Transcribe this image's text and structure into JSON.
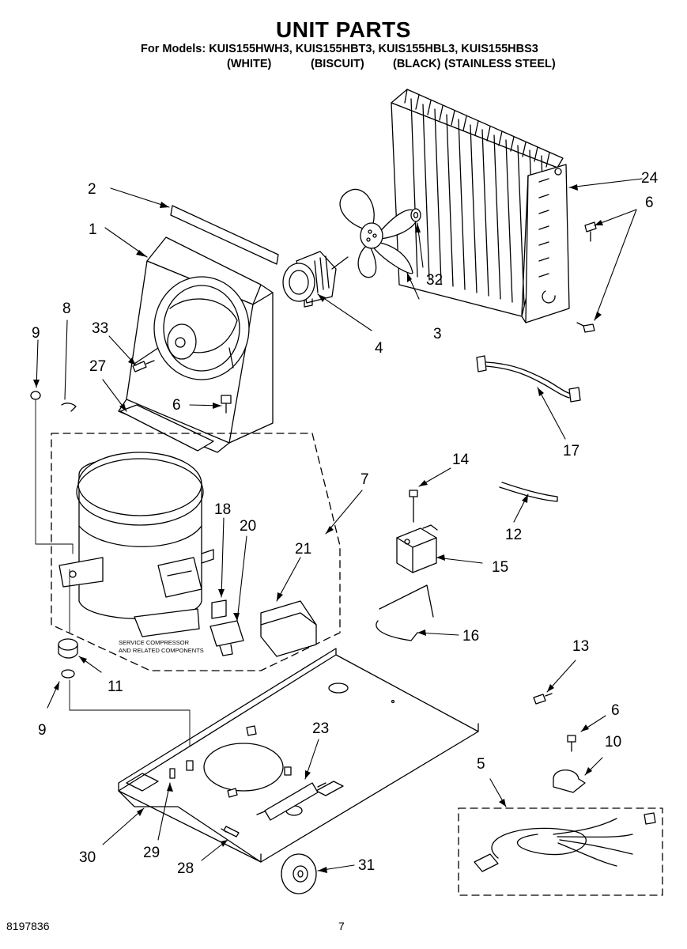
{
  "header": {
    "title": "UNIT PARTS",
    "models_line": "For Models: KUIS155HWH3, KUIS155HBT3, KUIS155HBL3, KUIS155HBS3",
    "variants": [
      "(WHITE)",
      "(BISCUIT)",
      "(BLACK)",
      "(STAINLESS STEEL)"
    ]
  },
  "callouts": [
    "1",
    "2",
    "3",
    "4",
    "6",
    "24",
    "6",
    "32",
    "33",
    "9",
    "8",
    "27",
    "6",
    "17",
    "7",
    "14",
    "18",
    "20",
    "12",
    "21",
    "15",
    "16",
    "11",
    "9",
    "13",
    "6",
    "10",
    "23",
    "5",
    "30",
    "29",
    "28",
    "31"
  ],
  "compressor_note": [
    "SERVICE COMPRESSOR",
    "AND RELATED COMPONENTS"
  ],
  "footer": {
    "doc_number": "8197836",
    "page": "7"
  }
}
